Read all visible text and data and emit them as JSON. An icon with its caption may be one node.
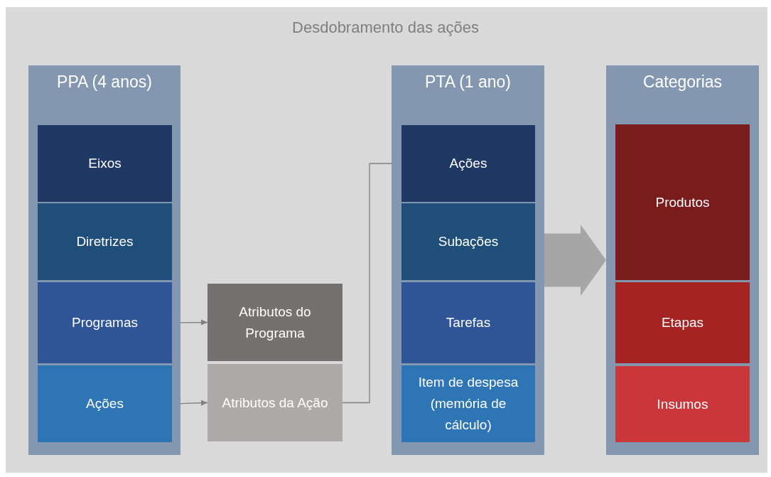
{
  "diagram": {
    "title": "Desdobramento das ações",
    "nodes": [
      {
        "text": [
          "PPA (4 anos)"
        ]
      },
      {
        "text": [
          "Eixos"
        ],
        "in": 0
      },
      {
        "text": [
          "Diretrizes"
        ],
        "in": 0
      },
      {
        "text": [
          "Programas"
        ],
        "in": 0
      },
      {
        "text": [
          "Ações"
        ],
        "in": 0
      },
      {
        "text": [
          "Atributos do Programa"
        ]
      },
      {
        "text": [
          "Atributos da Ação"
        ]
      },
      {
        "text": [
          "PTA (1 ano)"
        ]
      },
      {
        "text": [
          "Ações"
        ],
        "in": 7
      },
      {
        "text": [
          "Subações"
        ],
        "in": 7
      },
      {
        "text": [
          "Tarefas"
        ],
        "in": 7
      },
      {
        "text": [
          "Item de despesa (memória de cálculo)"
        ],
        "in": 7
      },
      {
        "text": [
          "Categorias"
        ]
      },
      {
        "text": [
          "Produtos"
        ],
        "in": 12
      },
      {
        "text": [
          "Etapas"
        ],
        "in": 12
      },
      {
        "text": [
          "Insumos"
        ],
        "in": 12
      }
    ],
    "edges": [
      {
        "from": 3,
        "to": 5,
        "arrow": "to"
      },
      {
        "from": 4,
        "to": 6,
        "arrow": "to"
      },
      {
        "from": 6,
        "to": 8,
        "arrow": "to"
      },
      {
        "from": 7,
        "to": 12,
        "arrow": "to",
        "style": "thick",
        "color": "#a6a6a6"
      }
    ]
  }
}
